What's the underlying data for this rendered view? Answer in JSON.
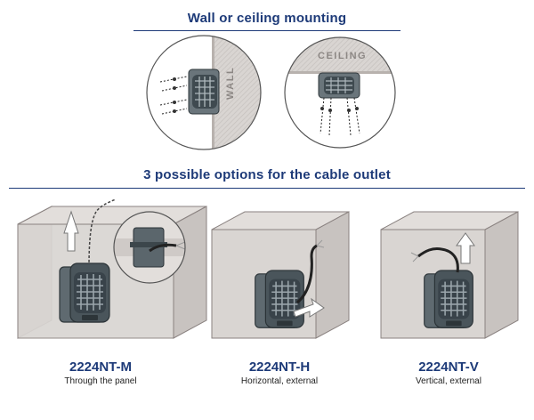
{
  "sections": {
    "mounting_title": "Wall or ceiling mounting",
    "options_title": "3 possible options for the cable outlet"
  },
  "mounting": {
    "wall_label": "WALL",
    "ceiling_label": "CEILING"
  },
  "options": [
    {
      "code": "2224NT-M",
      "desc": "Through the panel"
    },
    {
      "code": "2224NT-H",
      "desc": "Horizontal, external"
    },
    {
      "code": "2224NT-V",
      "desc": "Vertical, external"
    }
  ],
  "colors": {
    "heading": "#1d3a78",
    "panel": "#d4cfcc",
    "panel_edge": "#8a8280",
    "device": "#4f5a60"
  }
}
